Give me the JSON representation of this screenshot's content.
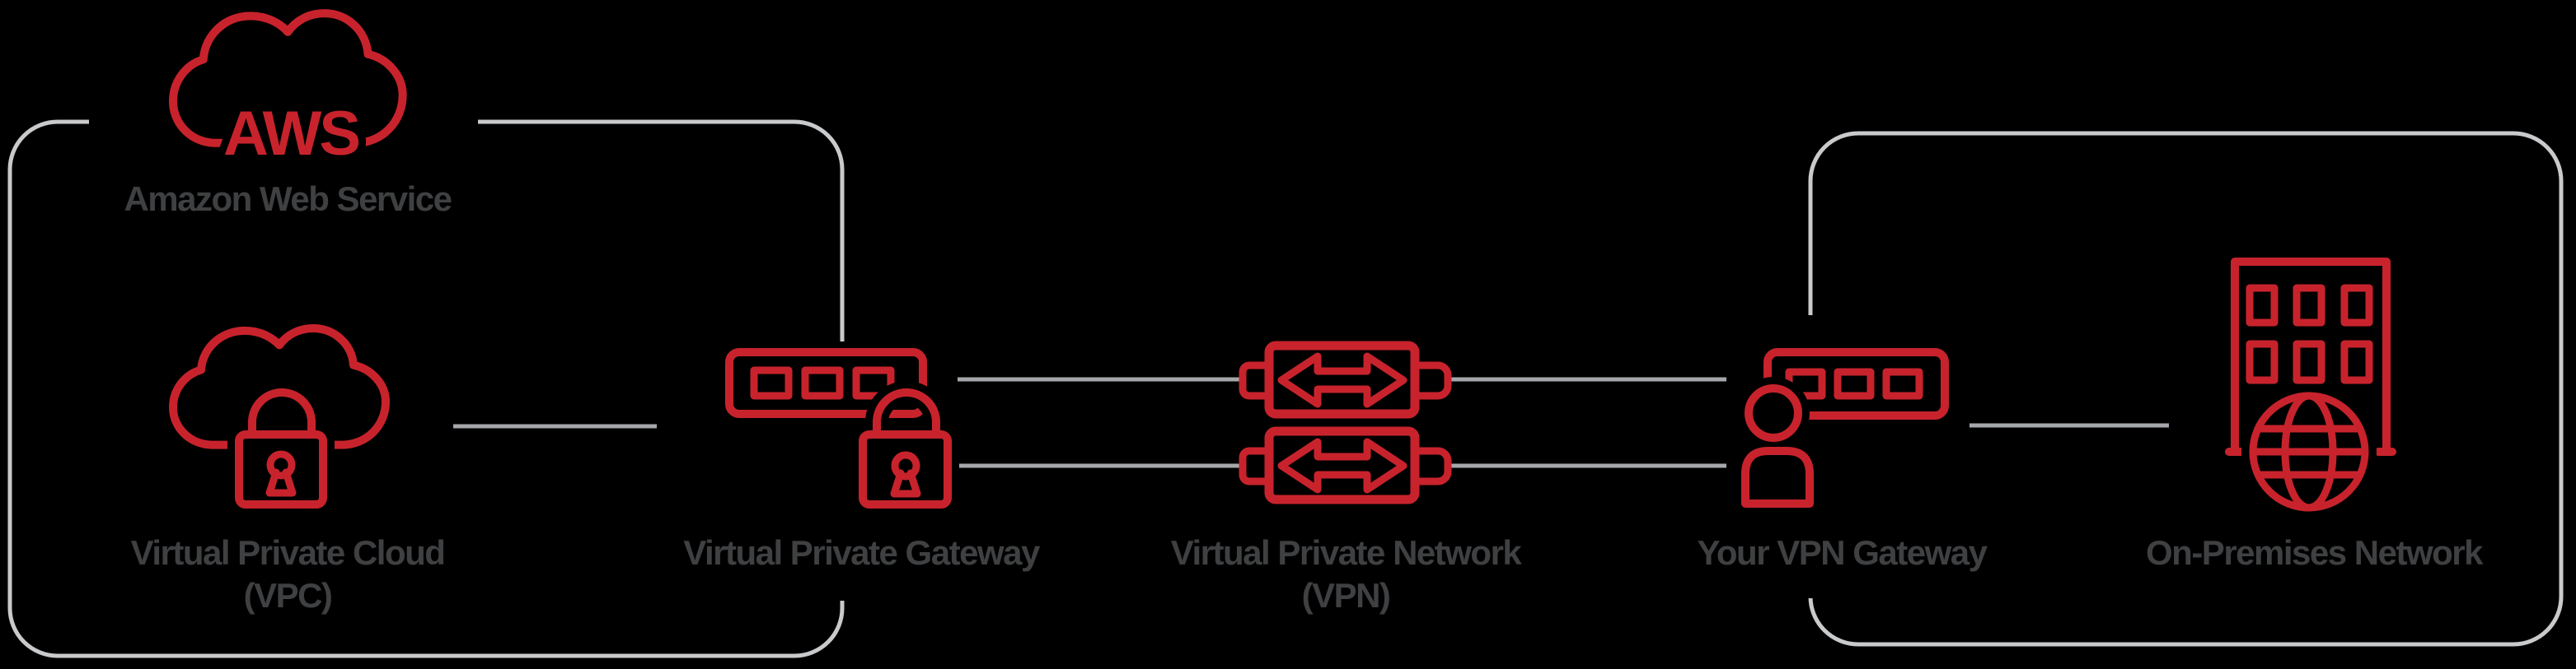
{
  "diagram_title": "AWS VPN connectivity between a VPC and an on-premises network",
  "colors": {
    "red": "#c8232c",
    "line_gray": "#a5a7aa",
    "border_gray": "#c9cacc",
    "label_gray": "#3f4042",
    "background": "#000000"
  },
  "labels": {
    "aws_logo": "AWS",
    "aws_caption": "Amazon Web Service",
    "vpc_line1": "Virtual Private Cloud",
    "vpc_line2": "(VPC)",
    "vpg": "Virtual Private Gateway",
    "vpn_line1": "Virtual Private Network",
    "vpn_line2": "(VPN)",
    "your_gateway": "Your VPN Gateway",
    "on_premises": "On-Premises Network"
  },
  "icons": {
    "aws_cloud": "cloud-icon",
    "vpc": "cloud-with-padlock-icon",
    "virtual_private_gateway": "router-with-padlock-icon",
    "vpn_tunnel": "double-arrow-tunnel-icon",
    "your_vpn_gateway": "user-with-router-icon",
    "on_premises_network": "building-with-globe-icon"
  },
  "containers": [
    {
      "name": "aws-boundary",
      "contains": [
        "Amazon Web Service",
        "Virtual Private Cloud (VPC)",
        "Virtual Private Gateway"
      ]
    },
    {
      "name": "on-premises-boundary",
      "contains": [
        "Your VPN Gateway",
        "On-Premises Network"
      ]
    }
  ],
  "connections": [
    {
      "from": "Virtual Private Cloud (VPC)",
      "to": "Virtual Private Gateway"
    },
    {
      "from": "Virtual Private Gateway",
      "to": "VPN tunnel 1"
    },
    {
      "from": "Virtual Private Gateway",
      "to": "VPN tunnel 2"
    },
    {
      "from": "VPN tunnel 1",
      "to": "Your VPN Gateway"
    },
    {
      "from": "VPN tunnel 2",
      "to": "Your VPN Gateway"
    },
    {
      "from": "Your VPN Gateway",
      "to": "On-Premises Network"
    }
  ]
}
